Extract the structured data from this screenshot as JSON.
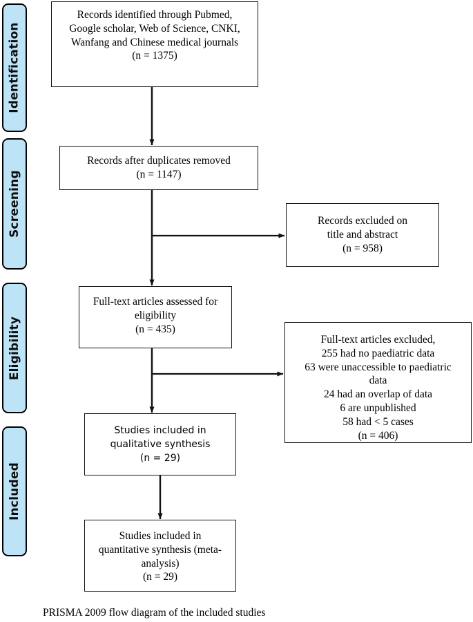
{
  "diagram": {
    "type": "prisma-flow-diagram",
    "caption": "PRISMA 2009 flow diagram of the included studies",
    "accent_color": "#bde3f7",
    "line_color": "#111111"
  },
  "stages": [
    {
      "label": "Identification"
    },
    {
      "label": "Screening"
    },
    {
      "label": "Eligibility"
    },
    {
      "label": "Included"
    }
  ],
  "boxes": {
    "identification": {
      "text": "Records identified through Pubmed,\nGoogle scholar, Web of Science, CNKI,\nWanfang and Chinese medical journals\n(n = 1375)",
      "n": 1375
    },
    "duplicates_removed": {
      "text": "Records after duplicates removed\n(n =   1147)",
      "n": 1147
    },
    "excluded_title_abstract": {
      "text": "Records excluded on\ntitle and abstract\n(n =   958)",
      "n": 958
    },
    "fulltext_assessed": {
      "text": "Full-text articles assessed for\neligibility\n(n = 435)",
      "n": 435
    },
    "excluded_fulltext": {
      "text": "Full-text articles excluded,\n255 had no paediatric data\n63 were unaccessible to paediatric\ndata\n24 had an overlap of data\n6 are unpublished\n58 had < 5 cases\n(n =   406)",
      "n": 406,
      "reasons": [
        {
          "count": 255,
          "reason": "had no paediatric data"
        },
        {
          "count": 63,
          "reason": "were unaccessible to paediatric data"
        },
        {
          "count": 24,
          "reason": "had an overlap of data"
        },
        {
          "count": 6,
          "reason": "are unpublished"
        },
        {
          "count": 58,
          "reason": "had < 5 cases"
        }
      ]
    },
    "qualitative_synthesis": {
      "text": "Studies included in\nqualitative synthesis\n(n = 29)",
      "n": 29
    },
    "quantitative_synthesis": {
      "text": "Studies included in\nquantitative synthesis (meta-\nanalysis)\n(n = 29)",
      "n": 29
    }
  }
}
